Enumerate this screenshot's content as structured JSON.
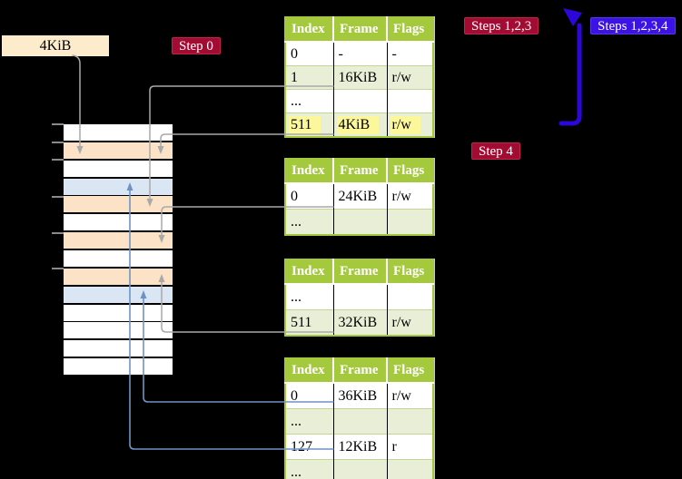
{
  "title": "Recursive page table translation diagram",
  "colors": {
    "background": "#000000",
    "table_green": "#a4c93c",
    "row_green": "#e9efd6",
    "row_border_green": "#c3d494",
    "highlight_yellow": "#fcf79b",
    "frame_table": "#fce3c8",
    "frame_page": "#dbe6f5",
    "frame_free": "#ffffff",
    "label_red": "#a30c32",
    "label_red_border": "#c22449",
    "label_blue": "#3c13e5",
    "box_cream": "#fceccb",
    "arrow_gray": "#a9a9a9",
    "arrow_blue": "#6d93c4",
    "arrow_violet": "#2d06da"
  },
  "frame_box": {
    "label": "4KiB"
  },
  "step_labels": {
    "step0": "Step 0",
    "steps123": "Steps 1,2,3",
    "steps1234": "Steps 1,2,3,4",
    "step4": "Step 4"
  },
  "memory": {
    "rows": [
      {
        "kind": "free"
      },
      {
        "kind": "table"
      },
      {
        "kind": "free"
      },
      {
        "kind": "page"
      },
      {
        "kind": "table"
      },
      {
        "kind": "free"
      },
      {
        "kind": "table"
      },
      {
        "kind": "free"
      },
      {
        "kind": "table"
      },
      {
        "kind": "page"
      },
      {
        "kind": "free"
      },
      {
        "kind": "free"
      },
      {
        "kind": "free"
      },
      {
        "kind": "free"
      }
    ]
  },
  "tables": {
    "headers": [
      "Index",
      "Frame",
      "Flags"
    ],
    "t1": {
      "rows": [
        {
          "cells": [
            "0",
            "-",
            "-"
          ]
        },
        {
          "cells": [
            "1",
            "16KiB",
            "r/w"
          ]
        },
        {
          "cells": [
            "...",
            "",
            ""
          ]
        },
        {
          "cells": [
            "511",
            "4KiB",
            "r/w"
          ]
        }
      ]
    },
    "t2": {
      "rows": [
        {
          "cells": [
            "0",
            "24KiB",
            "r/w"
          ]
        },
        {
          "cells": [
            "...",
            "",
            ""
          ]
        }
      ]
    },
    "t3": {
      "rows": [
        {
          "cells": [
            "...",
            "",
            ""
          ]
        },
        {
          "cells": [
            "511",
            "32KiB",
            "r/w"
          ]
        }
      ]
    },
    "t4": {
      "rows": [
        {
          "cells": [
            "0",
            "36KiB",
            "r/w"
          ]
        },
        {
          "cells": [
            "...",
            "",
            ""
          ]
        },
        {
          "cells": [
            "127",
            "12KiB",
            "r"
          ]
        },
        {
          "cells": [
            "...",
            "",
            ""
          ]
        }
      ]
    }
  },
  "connections": [
    {
      "from": "4KiB box",
      "to": "memory frame 4KiB (row 2)",
      "style": "gray"
    },
    {
      "from": "table1 entry 1 (16KiB)",
      "to": "memory frame row 5",
      "style": "gray"
    },
    {
      "from": "table1 entry 511 (4KiB)",
      "to": "memory frame row 2",
      "style": "gray"
    },
    {
      "from": "table2 entry 0 (24KiB)",
      "to": "memory frame row 7",
      "style": "gray"
    },
    {
      "from": "table3 entry 511 (32KiB)",
      "to": "memory frame row 9",
      "style": "gray"
    },
    {
      "from": "table4 entry 0 (36KiB)",
      "to": "memory frame row 10",
      "style": "blue"
    },
    {
      "from": "table4 entry 127 (12KiB)",
      "to": "memory frame row 4",
      "style": "blue"
    },
    {
      "from": "table1 entry 511",
      "to": "table1 top (recursive loop)",
      "style": "violet"
    }
  ]
}
